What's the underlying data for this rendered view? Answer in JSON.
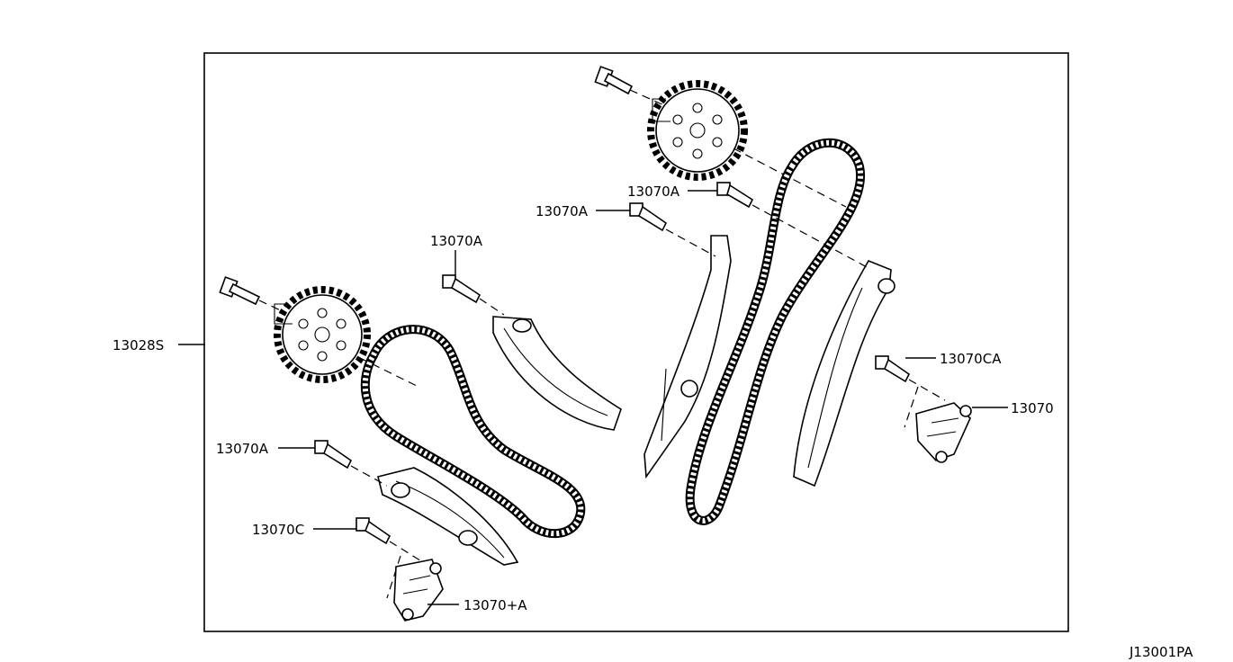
{
  "diagram": {
    "code": "J13001PA",
    "callouts": [
      {
        "id": "13028s",
        "text": "13028S"
      },
      {
        "id": "13070a-top",
        "text": "13070A"
      },
      {
        "id": "13070a-mid",
        "text": "13070A"
      },
      {
        "id": "13070a-left",
        "text": "13070A"
      },
      {
        "id": "13070a-lower",
        "text": "13070A"
      },
      {
        "id": "13070c",
        "text": "13070C"
      },
      {
        "id": "13070-plus-a",
        "text": "13070+A"
      },
      {
        "id": "13070ca",
        "text": "13070CA"
      },
      {
        "id": "13070",
        "text": "13070"
      }
    ]
  }
}
